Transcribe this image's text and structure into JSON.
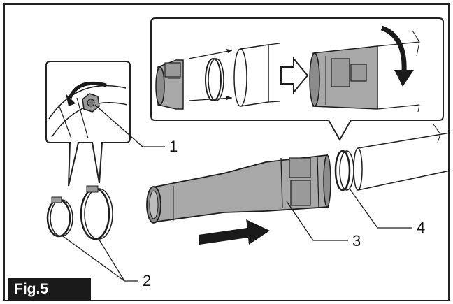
{
  "figure": {
    "label": "Fig.5",
    "callouts": [
      "1",
      "2",
      "3",
      "4"
    ]
  },
  "colors": {
    "frame": "#222222",
    "line": "#1e1e1e",
    "nozzle_fill": "#a8a8a8",
    "nozzle_shade": "#8c8c8c",
    "arrow": "#1a1a1a",
    "label_bg": "#1a1a1a",
    "label_text": "#ffffff"
  },
  "icons": [
    "wing-nut-turn-icon",
    "insert-arrow-icon",
    "rotate-arrow-icon",
    "then-arrow-icon"
  ]
}
